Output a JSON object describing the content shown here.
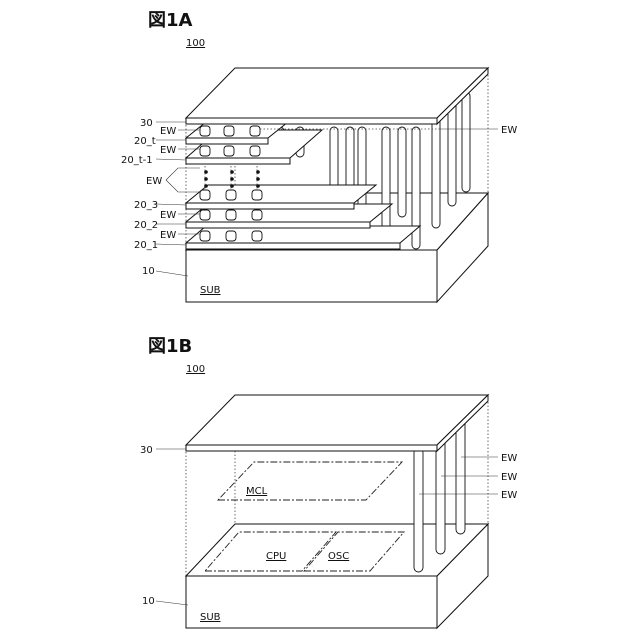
{
  "figure_a": {
    "title": "図1A",
    "ref": "100",
    "labels": {
      "l30": "30",
      "ew1": "EW",
      "l20t": "20_t",
      "ew2": "EW",
      "l20t1": "20_t-1",
      "ew3": "EW",
      "l203": "20_3",
      "ew4": "EW",
      "l202": "20_2",
      "ew5": "EW",
      "l201": "20_1",
      "l10": "10",
      "sub": "SUB",
      "ew_right": "EW"
    }
  },
  "figure_b": {
    "title": "図1B",
    "ref": "100",
    "labels": {
      "l30": "30",
      "mcl": "MCL",
      "cpu": "CPU",
      "osc": "OSC",
      "l10": "10",
      "sub": "SUB",
      "ew1": "EW",
      "ew2": "EW",
      "ew3": "EW"
    }
  }
}
